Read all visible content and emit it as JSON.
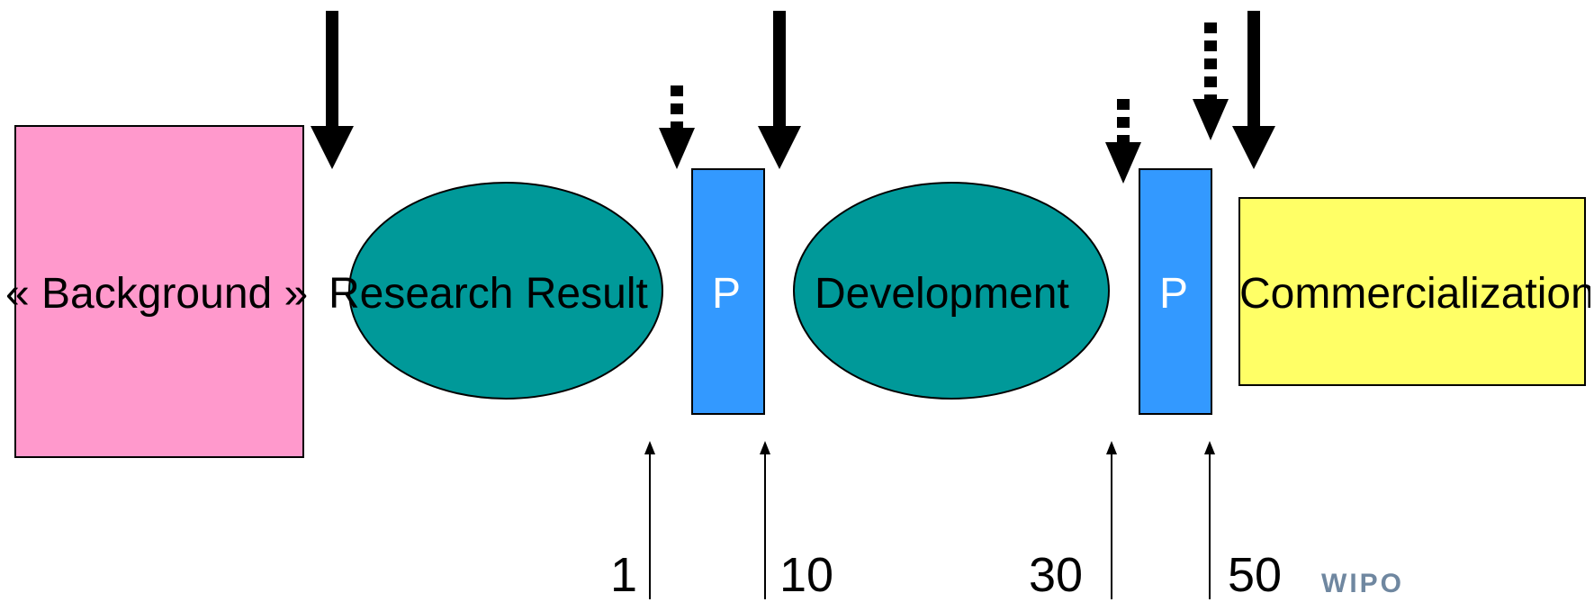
{
  "diagram": {
    "background_label": "« Background  »",
    "research_label": "Research Result",
    "development_label": "Development",
    "commercialization_label": "Commercialization",
    "patent_label_1": "P",
    "patent_label_2": "P",
    "markers": [
      "1",
      "10",
      "30",
      "50"
    ],
    "logo": "WIPO"
  },
  "colors": {
    "background_box": "#ff99cc",
    "ellipses": "#009999",
    "patent_bars": "#3399ff",
    "commercialization_box": "#ffff66",
    "logo": "#6f87a0"
  }
}
